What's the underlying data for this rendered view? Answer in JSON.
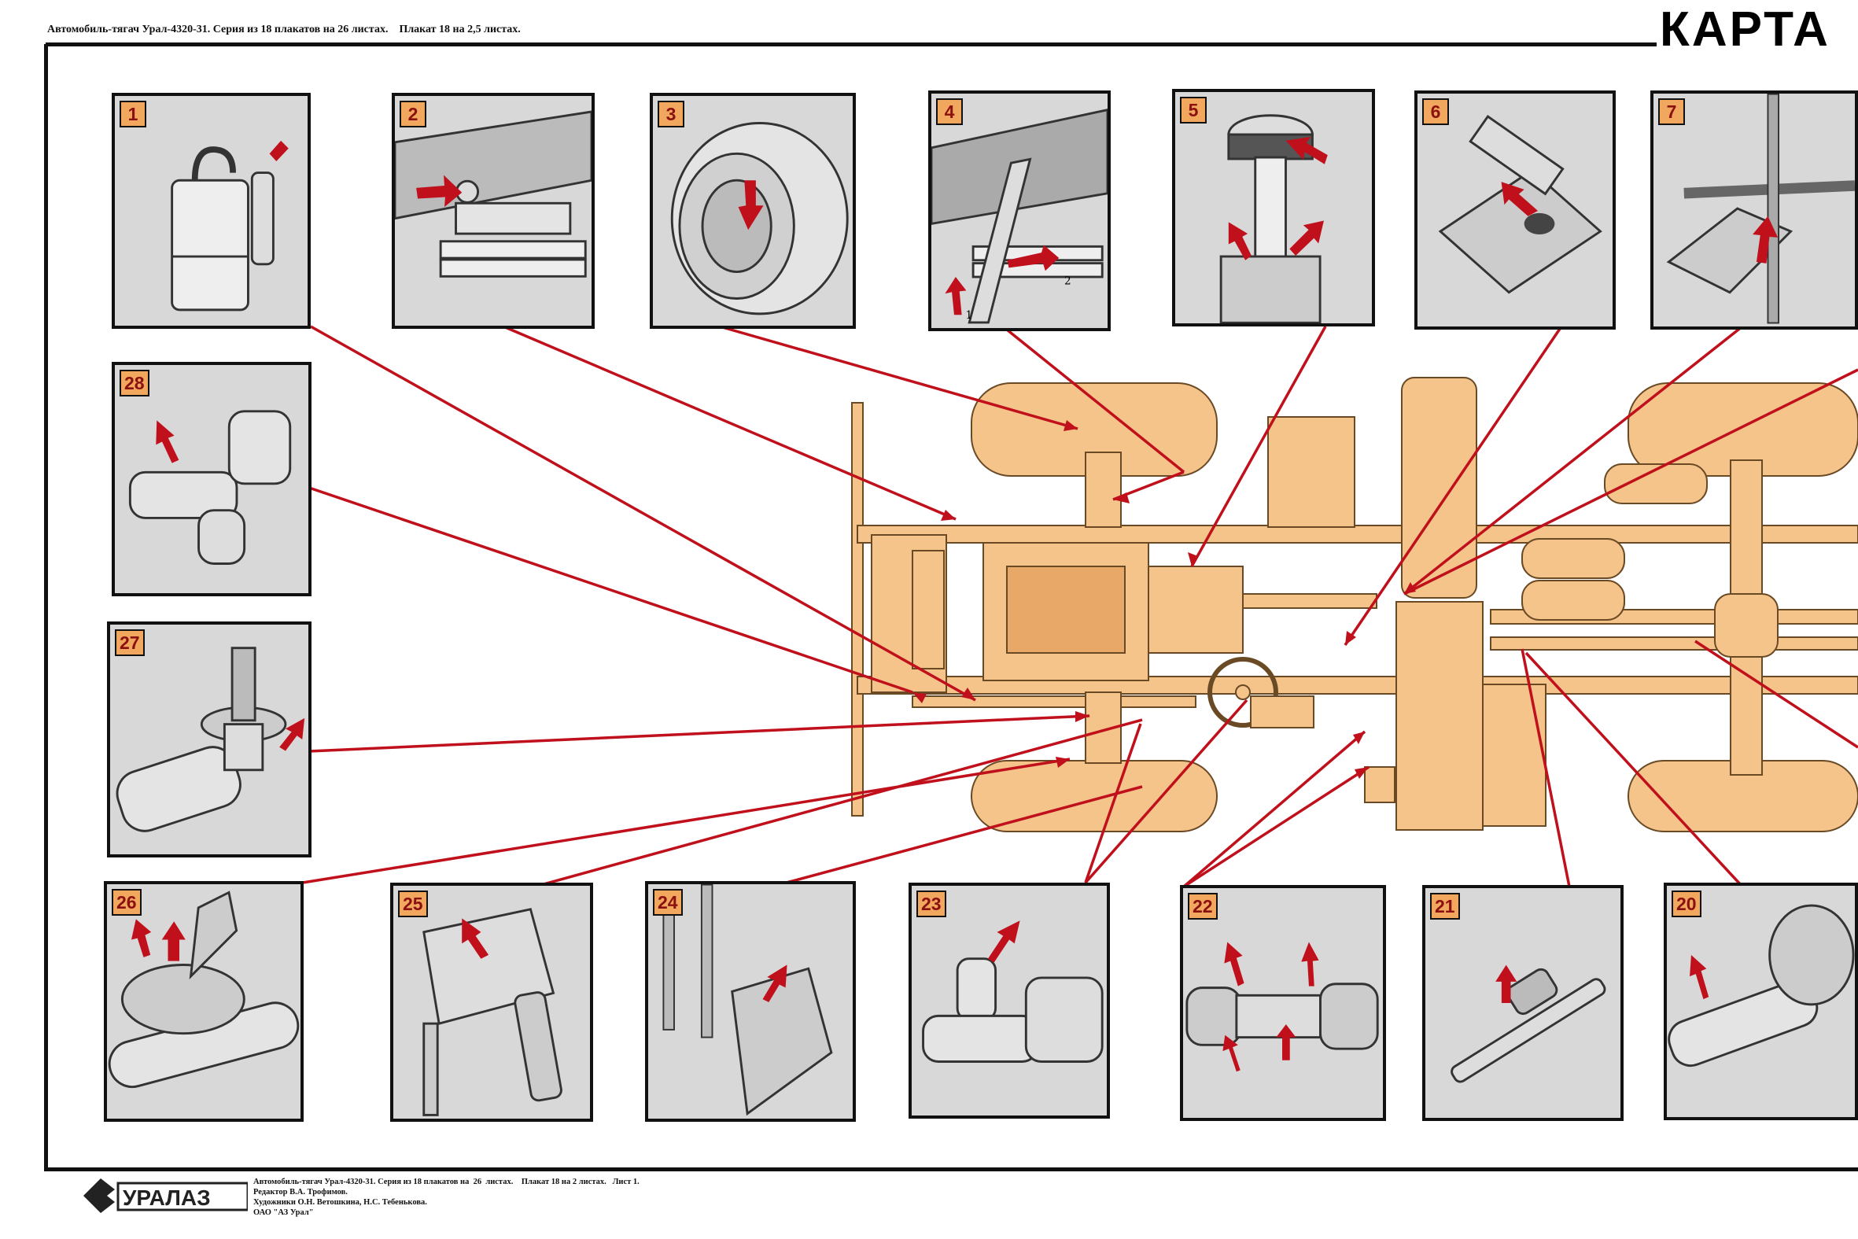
{
  "header": {
    "series_text": "Автомобиль-тягач Урал-4320-31. Серия из 18 плакатов на 26 листах.    Плакат 18 на 2,5 листах.",
    "title": "КАРТА"
  },
  "panels": [
    {
      "id": "1"
    },
    {
      "id": "2"
    },
    {
      "id": "3"
    },
    {
      "id": "4"
    },
    {
      "id": "5"
    },
    {
      "id": "6"
    },
    {
      "id": "7"
    },
    {
      "id": "28"
    },
    {
      "id": "27"
    },
    {
      "id": "26"
    },
    {
      "id": "25"
    },
    {
      "id": "24"
    },
    {
      "id": "23"
    },
    {
      "id": "22"
    },
    {
      "id": "21"
    },
    {
      "id": "20"
    }
  ],
  "callout_labels": {
    "num1": "1",
    "num2": "2"
  },
  "footer": {
    "logo_text": "УРАЛАЗ",
    "line1": "Автомобиль-тягач Урал-4320-31. Серия из 18 плакатов на  26  листах.    Плакат 18 на 2 листах.   Лист 1.",
    "line2": "Редактор В.А. Трофимов.",
    "line3": "Художники О.Н. Ветошкина, Н.С. Тебенькова.",
    "line4": "ОАО \"АЗ Урал\""
  },
  "colors": {
    "chassis_fill": "#f5c48a",
    "chassis_stroke": "#6a4a25",
    "leader_line": "#c0101c",
    "badge_fill": "#f2a75e",
    "panel_bg": "#d8d8d8"
  }
}
